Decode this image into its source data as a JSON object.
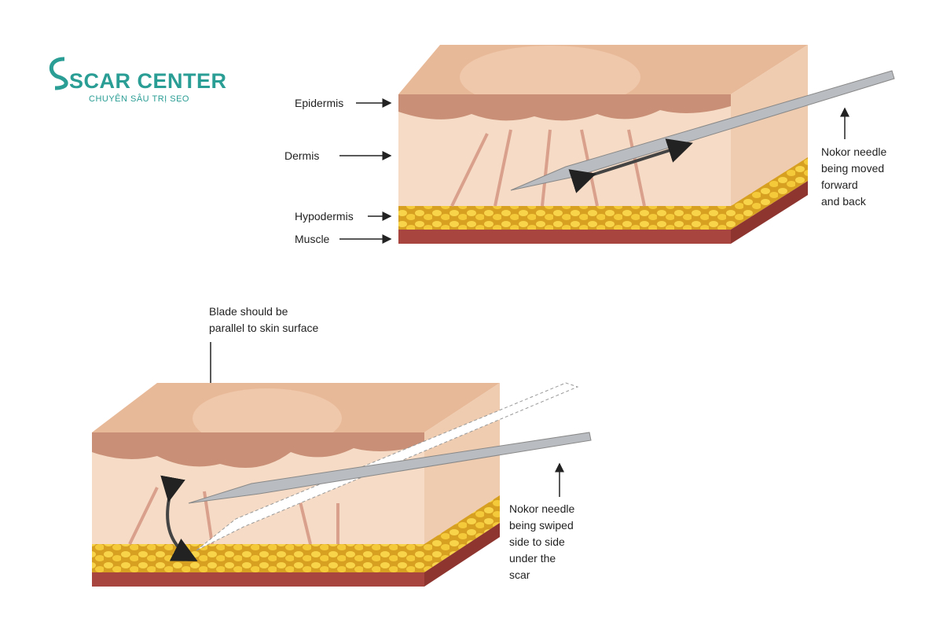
{
  "logo": {
    "name": "SCAR CENTER",
    "tagline": "CHUYÊN SÂU TRỊ SẸO",
    "color": "#2a9d94"
  },
  "diagram_top": {
    "layers": [
      "Epidermis",
      "Dermis",
      "Hypodermis",
      "Muscle"
    ],
    "caption": [
      "Nokor needle",
      "being moved",
      "forward",
      "and back"
    ]
  },
  "diagram_bottom": {
    "blade_note": [
      "Blade should be",
      "parallel to skin surface"
    ],
    "caption": [
      "Nokor needle",
      "being swiped",
      "side to side",
      "under the",
      "scar"
    ]
  },
  "colors": {
    "skin_top": "#e8b998",
    "dermis": "#f6dcc6",
    "fat": "#f2c230",
    "muscle": "#a8453f",
    "needle": "#b9bcc0"
  }
}
